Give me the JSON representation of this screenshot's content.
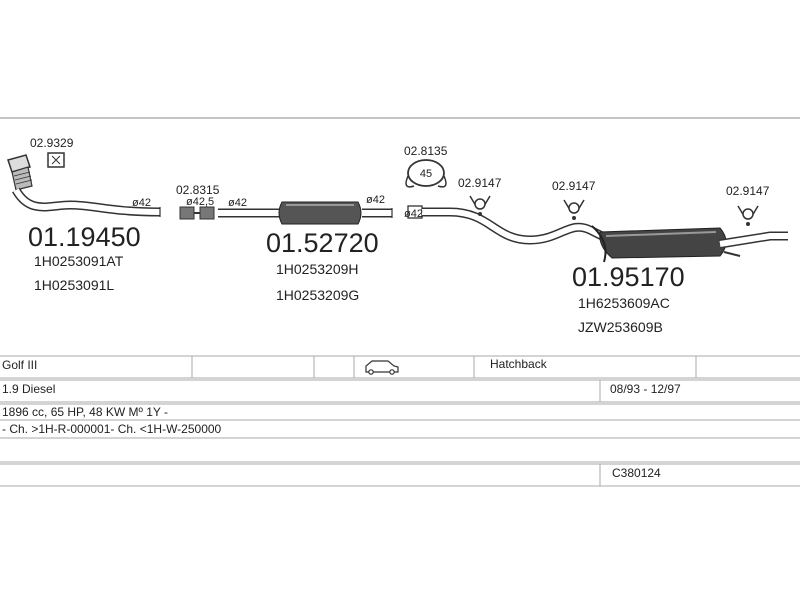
{
  "parts": [
    {
      "code": "01.19450",
      "refs": [
        "1H0253091AT",
        "1H0253091L"
      ]
    },
    {
      "code": "01.52720",
      "refs": [
        "1H0253209H",
        "1H0253209G"
      ]
    },
    {
      "code": "01.95170",
      "refs": [
        "1H6253609AC",
        "JZW253609B"
      ]
    }
  ],
  "fittings": {
    "gasket": "02.9329",
    "clamp": "02.8315",
    "ring": "02.8135",
    "ring_size": "45",
    "hanger1": "02.9147",
    "hanger2": "02.9147",
    "hanger3": "02.9147"
  },
  "diameters": {
    "d1": "ø42",
    "d2": "ø42,5",
    "d3": "ø42",
    "d4": "ø42",
    "d5": "ø42"
  },
  "vehicle": {
    "model": "Golf III",
    "body": "Hatchback",
    "engine": "1.9 Diesel",
    "years": "08/93 - 12/97",
    "spec": "1896 cc, 65 HP, 48 KW Mº 1Y -",
    "chassis": "- Ch. >1H-R-000001- Ch. <1H-W-250000",
    "ref_code": "C380124",
    "body_icon": "car-side-icon"
  }
}
